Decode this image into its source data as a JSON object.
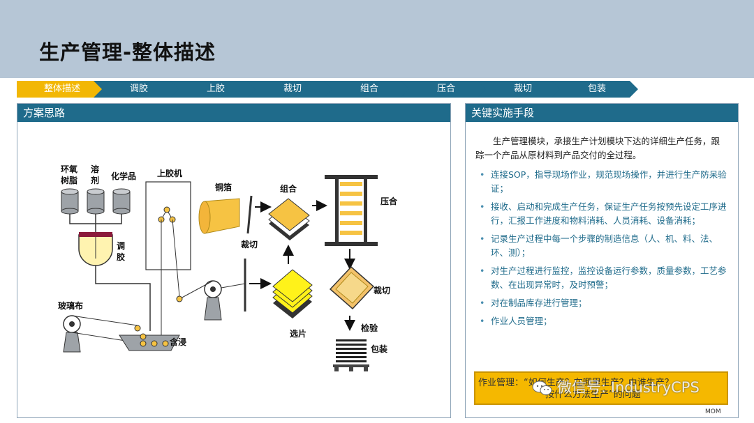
{
  "page": {
    "title": "生产管理-整体描述"
  },
  "steps": [
    {
      "label": "整体描述",
      "active": true
    },
    {
      "label": "调胶",
      "active": false
    },
    {
      "label": "上胶",
      "active": false
    },
    {
      "label": "裁切",
      "active": false
    },
    {
      "label": "组合",
      "active": false
    },
    {
      "label": "压合",
      "active": false
    },
    {
      "label": "裁切",
      "active": false
    },
    {
      "label": "包装",
      "active": false
    }
  ],
  "left_panel": {
    "title": "方案思路",
    "diagram": {
      "epoxy_resin_1": "环氧",
      "epoxy_resin_2": "树脂",
      "solvent_1": "溶",
      "solvent_2": "剂",
      "chemical": "化学品",
      "mixing_1": "调",
      "mixing_2": "胶",
      "gluing_machine": "上胶机",
      "copper_foil": "铜箔",
      "cutting_1": "裁切",
      "assembly": "组合",
      "pressing": "压合",
      "glass_cloth": "玻璃布",
      "impregnation": "含浸",
      "sheet_selection": "选片",
      "cutting_2": "裁切",
      "inspection": "检验",
      "packaging": "包装"
    }
  },
  "right_panel": {
    "title": "关键实施手段",
    "intro": "生产管理模块，承接生产计划模块下达的详细生产任务，跟踪一个产品从原材料到产品交付的全过程。",
    "bullets": [
      "连接SOP，指导现场作业，规范现场操作，并进行生产防呆验证；",
      "接收、启动和完成生产任务，保证生产任务按预先设定工序进行，汇报工作进度和物料消耗、人员消耗、设备消耗；",
      "记录生产过程中每一个步骤的制造信息（人、机、料、法、环、测）；",
      "对生产过程进行监控，监控设备运行参数，质量参数，工艺参数、在出现异常时，及时预警；",
      "对在制品库存进行管理；",
      "作业人员管理；"
    ],
    "callout_line1": "作业管理：“如何生产？在哪里生产？由谁生产？",
    "callout_line2": "按什么方法生产”的问题"
  },
  "watermark": "微信号: IndustryCPS",
  "footer_mark": "MOM",
  "colors": {
    "header_bg": "#b6c6d6",
    "step_active": "#f2b705",
    "step_inactive": "#1f6b8b",
    "panel_head": "#1f6b8b",
    "bullet_text": "#1f6b8b",
    "callout_bg": "#f5b800",
    "material_yellow": "#f6c343",
    "tank_gray": "#9ea3a8"
  }
}
